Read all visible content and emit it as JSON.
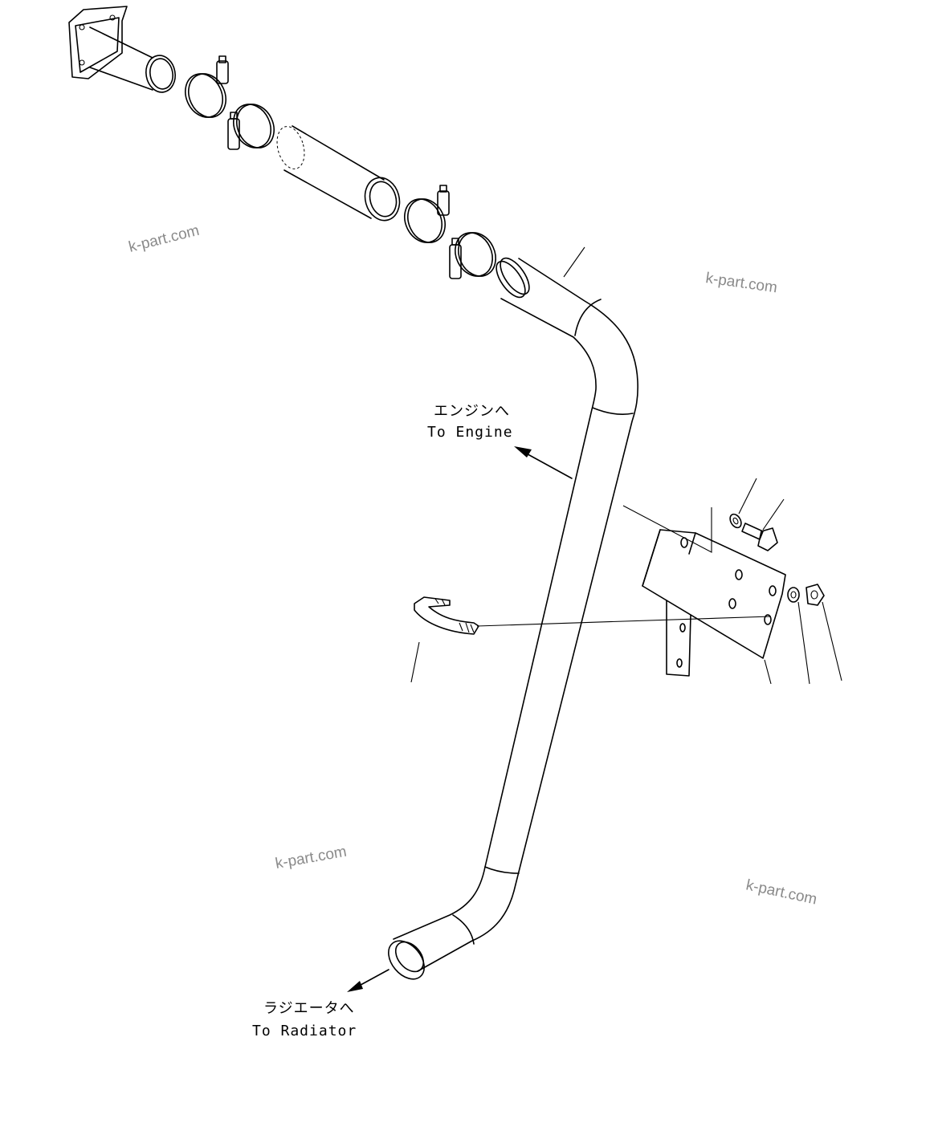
{
  "labels": {
    "to_engine_jp": "エンジンへ",
    "to_engine_en": "To Engine",
    "to_radiator_jp": "ラジエータへ",
    "to_radiator_en": "To Radiator"
  },
  "watermarks": [
    "k-part.com",
    "k-part.com",
    "k-part.com",
    "k-part.com"
  ]
}
